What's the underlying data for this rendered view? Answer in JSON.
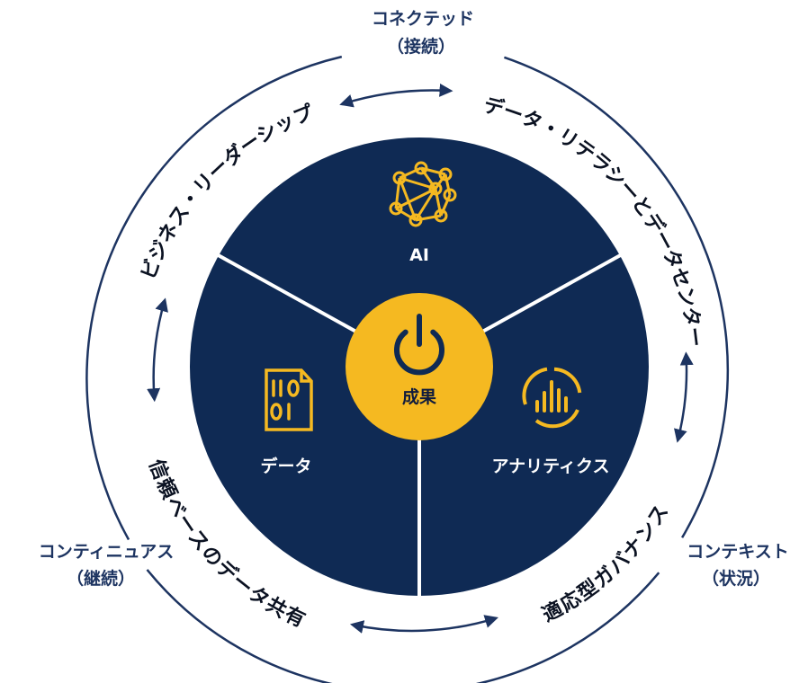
{
  "corners": {
    "top": {
      "line1": "コネクテッド",
      "line2": "（接続）"
    },
    "left": {
      "line1": "コンティニュアス",
      "line2": "（継続）"
    },
    "right": {
      "line1": "コンテキスト",
      "line2": "（状況）"
    }
  },
  "arcs": {
    "leadership": "ビジネス・リーダーシップ",
    "literacy": "データ・リテラシーとデータセンター",
    "governance": "適応型ガバナンス",
    "sharing": "信頼ベースのデータ共有"
  },
  "segments": {
    "ai": "AI",
    "data": "データ",
    "analytics": "アナリティクス"
  },
  "center": {
    "label": "成果"
  },
  "icons": {
    "ai": "neural-network-icon",
    "data": "binary-document-icon",
    "analytics": "chart-gauge-icon",
    "center": "power-icon"
  },
  "colors": {
    "navy": "#0f2a54",
    "gold": "#f5b921",
    "ring": "#1d3461"
  }
}
